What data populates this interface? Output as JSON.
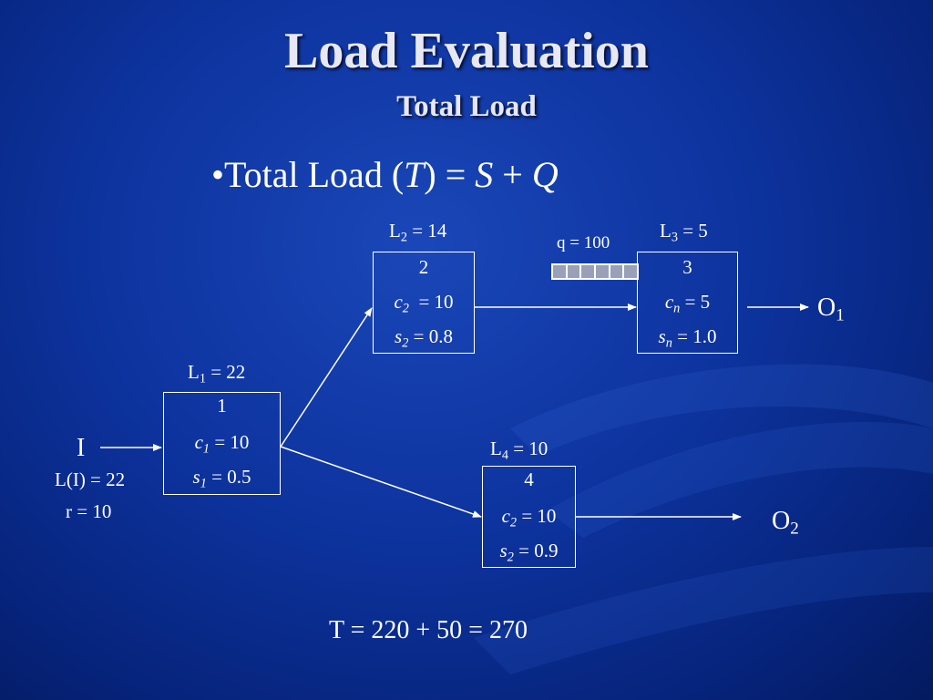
{
  "title": "Load Evaluation",
  "subtitle": "Total Load",
  "bullet": {
    "prefix": "•Total Load (",
    "T": "T",
    "mid": ") = ",
    "S": "S",
    "plus": " + ",
    "Q": "Q"
  },
  "input": {
    "name": "I",
    "load": "L(I) = 22",
    "rate": "r = 10"
  },
  "nodes": [
    {
      "L": "L",
      "L_sub": "1",
      "L_val": " = 22",
      "id": "1",
      "c": "c",
      "c_sub": "1",
      "c_val": " = 10",
      "s": "s",
      "s_sub": "1",
      "s_val": " = 0.5"
    },
    {
      "L": "L",
      "L_sub": "2",
      "L_val": " = 14",
      "id": "2",
      "c": "c",
      "c_sub": "2",
      "c_val": "  = 10",
      "s": "s",
      "s_sub": "2",
      "s_val": " = 0.8"
    },
    {
      "L": "L",
      "L_sub": "3",
      "L_val": " = 5",
      "id": "3",
      "c": "c",
      "c_sub": "n",
      "c_val": " = 5",
      "s": "s",
      "s_sub": "n",
      "s_val": " = 1.0"
    },
    {
      "L": "L",
      "L_sub": "4",
      "L_val": " = 10",
      "id": "4",
      "c": "c",
      "c_sub": "2",
      "c_val": " = 10",
      "s": "s",
      "s_sub": "2",
      "s_val": " = 0.9"
    }
  ],
  "queue": {
    "label": "q = 100",
    "cells": 6
  },
  "outputs": [
    {
      "name": "O",
      "sub": "1"
    },
    {
      "name": "O",
      "sub": "2"
    }
  ],
  "equation": "T = 220 + 50 = 270",
  "colors": {
    "background": "#0d339e",
    "text": "#ffffff",
    "title": "#e8e8f4"
  }
}
